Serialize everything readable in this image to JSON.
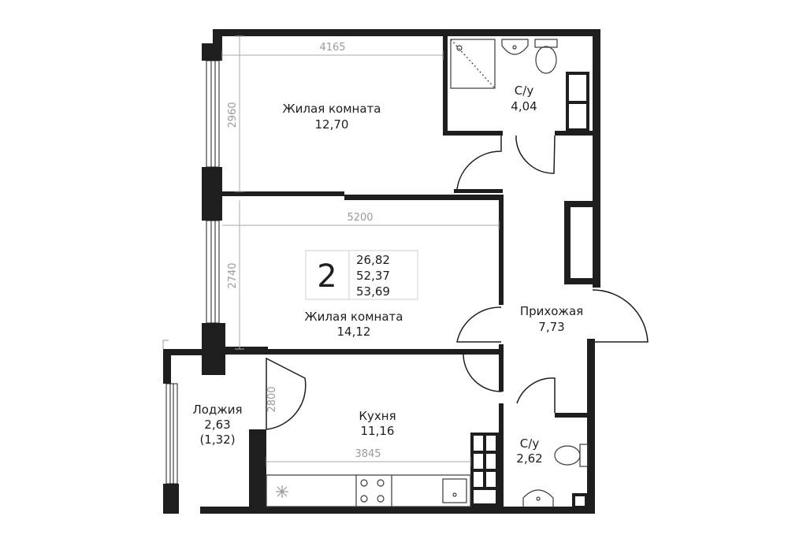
{
  "rooms": [
    {
      "name": "Жилая комната",
      "area": "12,70"
    },
    {
      "name": "С/у",
      "area": "4,04"
    },
    {
      "name": "Жилая комната",
      "area": "14,12"
    },
    {
      "name": "Прихожая",
      "area": "7,73"
    },
    {
      "name": "Лоджия",
      "area": "2,63",
      "area_alt": "(1,32)"
    },
    {
      "name": "Кухня",
      "area": "11,16"
    },
    {
      "name": "С/у",
      "area": "2,62"
    }
  ],
  "dimensions": {
    "bedroom1_width": "4165",
    "bedroom1_depth": "2960",
    "bedroom2_width": "5200",
    "bedroom2_depth": "2740",
    "kitchen_width": "3845",
    "kitchen_depth": "2800"
  },
  "summary": {
    "rooms_count": "2",
    "areas": [
      "26,82",
      "52,37",
      "53,69"
    ]
  }
}
